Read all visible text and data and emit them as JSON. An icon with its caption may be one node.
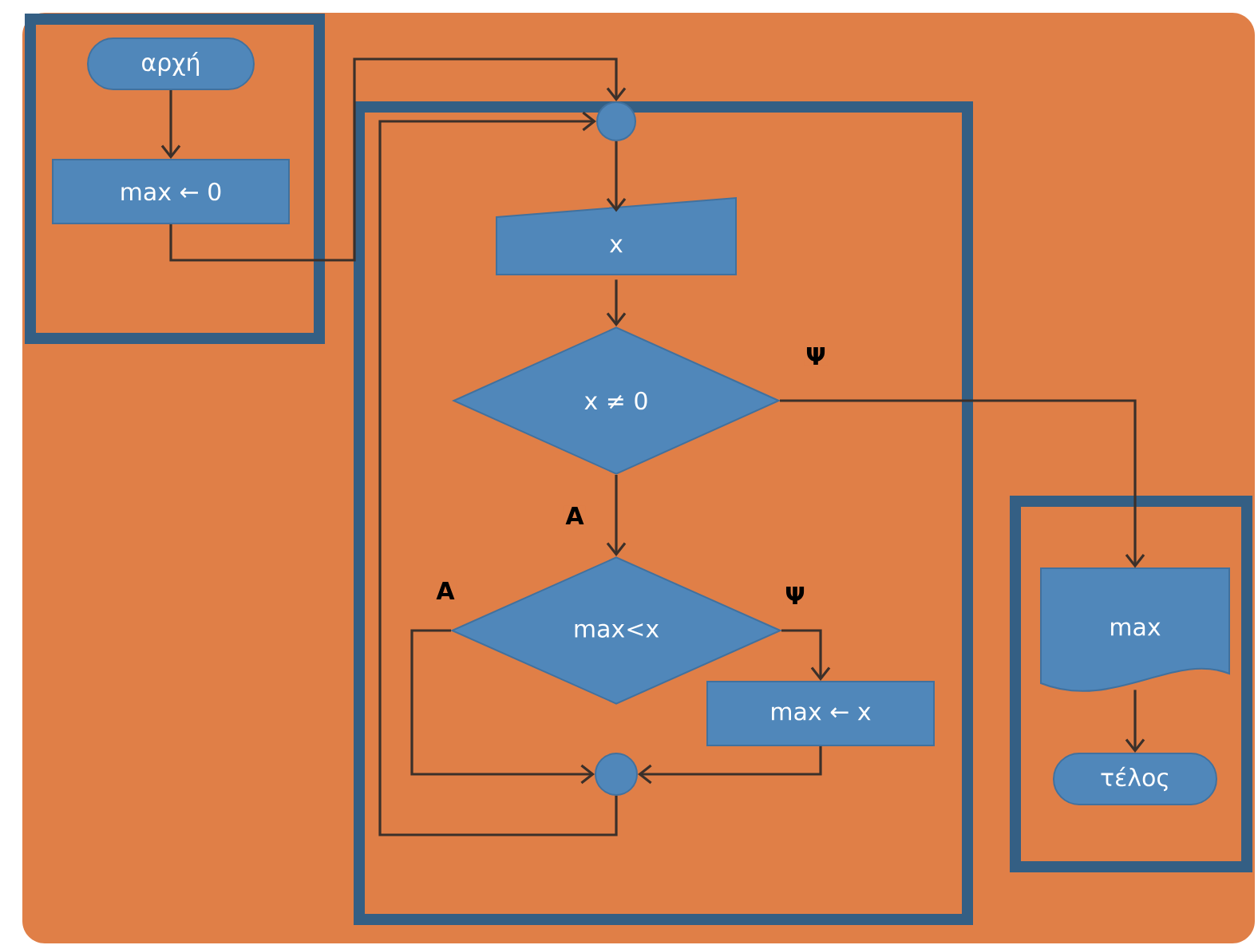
{
  "diagram": {
    "nodes": [
      {
        "text": [],
        "shape": "box"
      },
      {
        "text": [
          "αρχή"
        ],
        "in": 0
      },
      {
        "text": [
          "max ← 0"
        ],
        "in": 0
      },
      {
        "text": [],
        "shape": "box"
      },
      {
        "text": [],
        "shape": "circle",
        "in": 3
      },
      {
        "text": [
          "x"
        ],
        "in": 3
      },
      {
        "text": [
          "x ≠ 0"
        ],
        "in": 3
      },
      {
        "text": [
          "max<x"
        ],
        "in": 3
      },
      {
        "text": [
          "max ← x"
        ],
        "in": 3
      },
      {
        "text": [],
        "shape": "circle",
        "in": 3
      },
      {
        "text": [],
        "shape": "box"
      },
      {
        "text": [
          "max"
        ],
        "in": 10
      },
      {
        "text": [
          "τέλος"
        ],
        "in": 10
      }
    ],
    "edges": [
      {
        "from": 1,
        "to": 2,
        "arrow": "to"
      },
      {
        "from": 2,
        "to": 4,
        "arrow": "to"
      },
      {
        "from": 4,
        "to": 5,
        "arrow": "to"
      },
      {
        "from": 5,
        "to": 6,
        "arrow": "to"
      },
      {
        "from": 6,
        "to": 7,
        "arrow": "to",
        "label": "Α"
      },
      {
        "from": 6,
        "to": 11,
        "arrow": "to",
        "label": "Ψ"
      },
      {
        "from": 7,
        "to": 9,
        "arrow": "to",
        "label": "Α"
      },
      {
        "from": 7,
        "to": 8,
        "arrow": "to",
        "label": "Ψ"
      },
      {
        "from": 8,
        "to": 9,
        "arrow": "to"
      },
      {
        "from": 9,
        "to": 4,
        "arrow": "to"
      },
      {
        "from": 11,
        "to": 12,
        "arrow": "to"
      }
    ]
  }
}
